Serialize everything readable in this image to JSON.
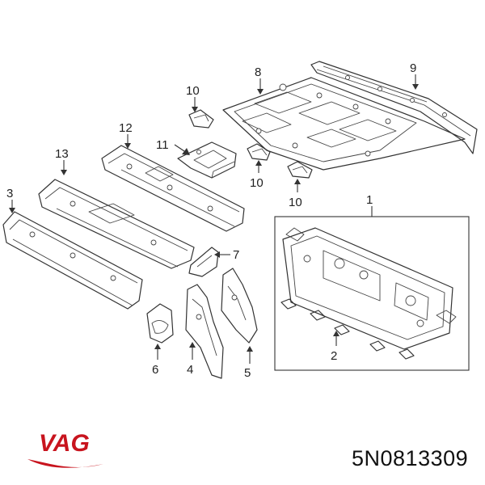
{
  "callouts": [
    {
      "id": "1",
      "label": "1"
    },
    {
      "id": "2",
      "label": "2"
    },
    {
      "id": "3",
      "label": "3"
    },
    {
      "id": "4",
      "label": "4"
    },
    {
      "id": "5",
      "label": "5"
    },
    {
      "id": "6",
      "label": "6"
    },
    {
      "id": "7",
      "label": "7"
    },
    {
      "id": "8",
      "label": "8"
    },
    {
      "id": "9",
      "label": "9"
    },
    {
      "id": "10a",
      "label": "10"
    },
    {
      "id": "10b",
      "label": "10"
    },
    {
      "id": "10c",
      "label": "10"
    },
    {
      "id": "11",
      "label": "11"
    },
    {
      "id": "12",
      "label": "12"
    },
    {
      "id": "13",
      "label": "13"
    }
  ],
  "brand": {
    "name": "VAG",
    "color": "#c8141e"
  },
  "part_number": "5N0813309"
}
